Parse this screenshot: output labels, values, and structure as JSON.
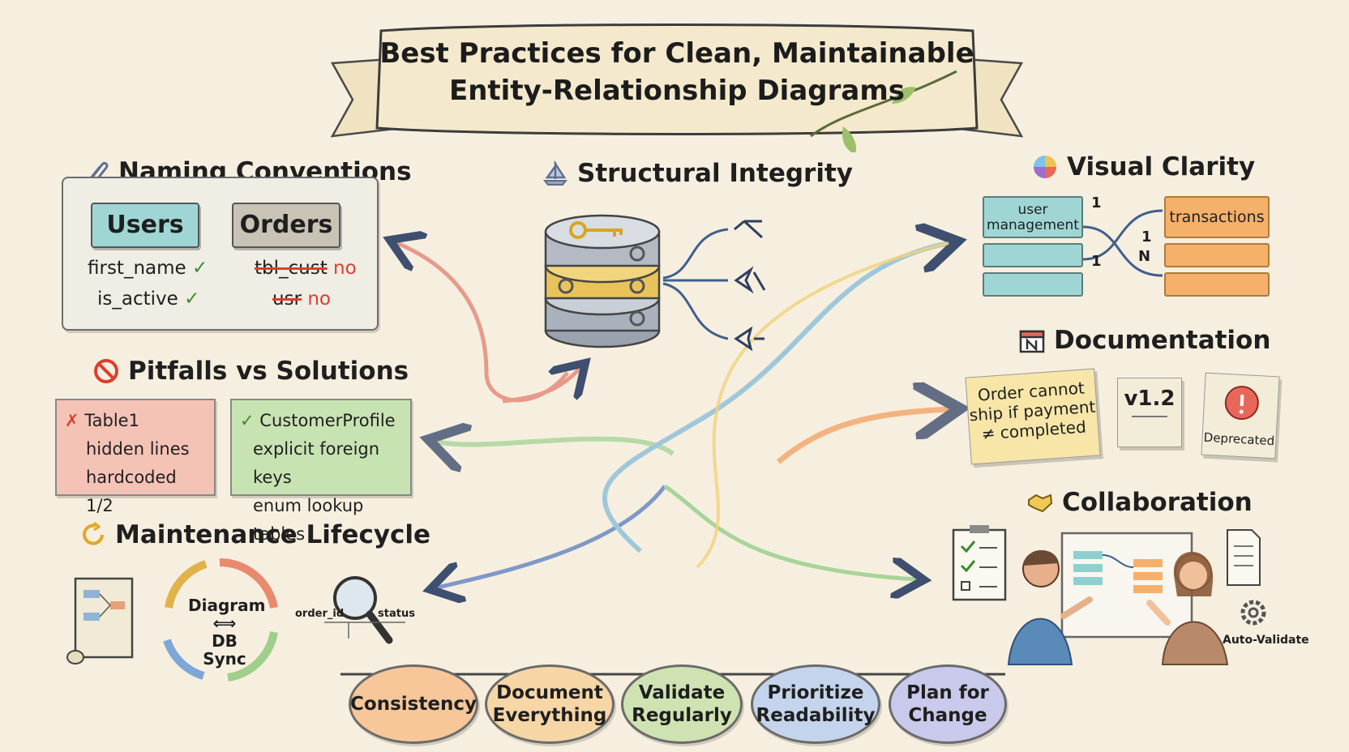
{
  "title": {
    "line1": "Best Practices for Clean, Maintainable",
    "line2": "Entity-Relationship Diagrams"
  },
  "naming": {
    "heading": "Naming Conventions",
    "good_table": "Users",
    "bad_table": "Orders",
    "good_fields": [
      "first_name",
      "is_active"
    ],
    "bad_fields": [
      "tbl_cust",
      "usr"
    ],
    "bad_marker": "no"
  },
  "structural": {
    "heading": "Structural Integrity"
  },
  "visual": {
    "heading": "Visual Clarity",
    "left_entity": "user management",
    "right_entity": "transactions",
    "cardinality": [
      "1",
      "1",
      "1",
      "N"
    ]
  },
  "pitfalls": {
    "heading": "Pitfalls vs Solutions",
    "bad": [
      "Table1",
      "hidden lines",
      "hardcoded 1/2"
    ],
    "good": [
      "CustomerProfile",
      "explicit foreign keys",
      "enum lookup tables"
    ]
  },
  "documentation": {
    "heading": "Documentation",
    "note_lines": [
      "Order cannot",
      "ship if payment",
      "≠ completed"
    ],
    "version": "v1.2",
    "deprecated": "Deprecated"
  },
  "maintenance": {
    "heading": "Maintenance Lifecycle",
    "cycle_top": "Diagram",
    "cycle_arrow": "⟺",
    "cycle_bottom": "DB Sync",
    "col_left": "order_id",
    "col_right": "status"
  },
  "collaboration": {
    "heading": "Collaboration",
    "auto_validate": "Auto-Validate"
  },
  "principles": [
    {
      "line1": "Consistency",
      "line2": ""
    },
    {
      "line1": "Document",
      "line2": "Everything"
    },
    {
      "line1": "Validate",
      "line2": "Regularly"
    },
    {
      "line1": "Prioritize",
      "line2": "Readability"
    },
    {
      "line1": "Plan for",
      "line2": "Change"
    }
  ],
  "colors": {
    "background": "#f6efdf",
    "teal": "#8fd0cf",
    "orange": "#f5b06a",
    "gold": "#f0c955",
    "red": "#d9402f",
    "green": "#3a8a2e",
    "blue_arrow": "#3f5f8f"
  }
}
